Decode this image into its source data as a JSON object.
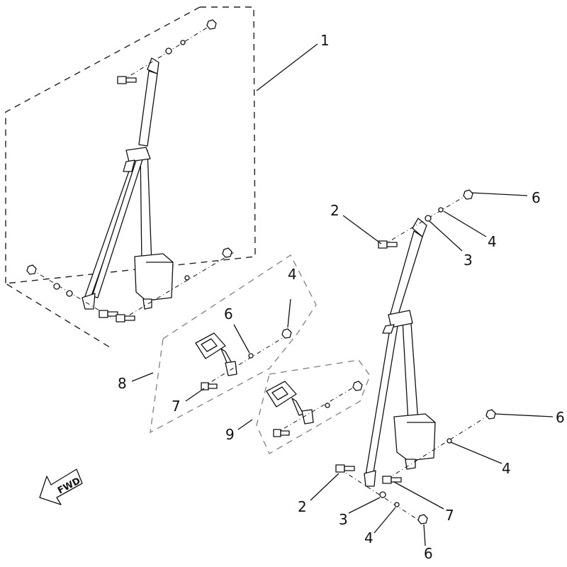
{
  "diagram": {
    "callouts": [
      {
        "id": "c1",
        "text": "1"
      },
      {
        "id": "c2a",
        "text": "2"
      },
      {
        "id": "c3a",
        "text": "3"
      },
      {
        "id": "c4a",
        "text": "4"
      },
      {
        "id": "c6a",
        "text": "6"
      },
      {
        "id": "c6b",
        "text": "6"
      },
      {
        "id": "c4b",
        "text": "4"
      },
      {
        "id": "c2b",
        "text": "2"
      },
      {
        "id": "c3b",
        "text": "3"
      },
      {
        "id": "c4c",
        "text": "4"
      },
      {
        "id": "c6c",
        "text": "6"
      },
      {
        "id": "c7b",
        "text": "7"
      },
      {
        "id": "c4d",
        "text": "4"
      },
      {
        "id": "c6d",
        "text": "6"
      },
      {
        "id": "c8",
        "text": "8"
      },
      {
        "id": "c7a",
        "text": "7"
      },
      {
        "id": "c9",
        "text": "9"
      }
    ],
    "direction_arrow": {
      "label": "FWD"
    }
  }
}
